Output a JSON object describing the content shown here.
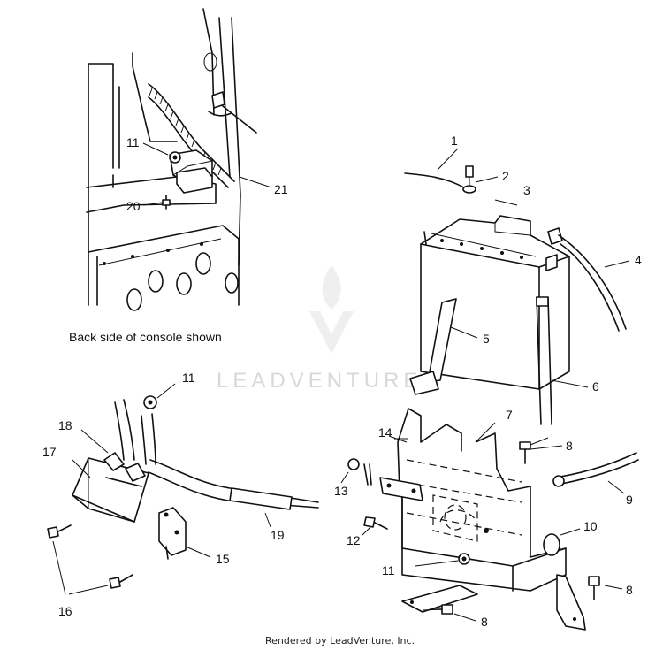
{
  "caption": "Back side of console shown",
  "footer": "Rendered by LeadVenture, Inc.",
  "watermark": "LEADVENTURE",
  "callouts": [
    "1",
    "2",
    "3",
    "4",
    "5",
    "6",
    "7",
    "8",
    "9",
    "10",
    "11",
    "12",
    "13",
    "14",
    "15",
    "16",
    "17",
    "18",
    "19",
    "20",
    "21"
  ],
  "colors": {
    "line": "#111111",
    "watermark": "#d8d8d8",
    "background": "#ffffff"
  }
}
